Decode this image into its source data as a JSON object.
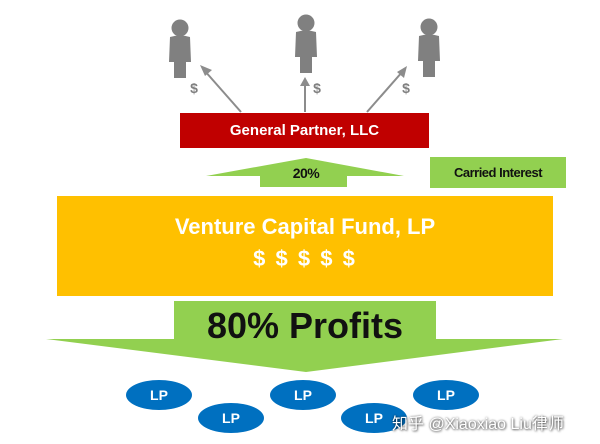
{
  "diagram": {
    "partner_dollar": "$",
    "general_partner": "General Partner, LLC",
    "carry_percent": "20%",
    "carried_interest": "Carried Interest",
    "fund_name": "Venture Capital Fund, LP",
    "fund_money": "$ $ $ $ $",
    "profits": "80% Profits",
    "lp_label": "LP",
    "watermark": "知乎 @Xiaoxiao Liu律师"
  },
  "colors": {
    "general_partner": "#c00000",
    "arrow_green": "#92d050",
    "fund": "#ffc000",
    "lp": "#0070c0",
    "person": "#808080"
  }
}
